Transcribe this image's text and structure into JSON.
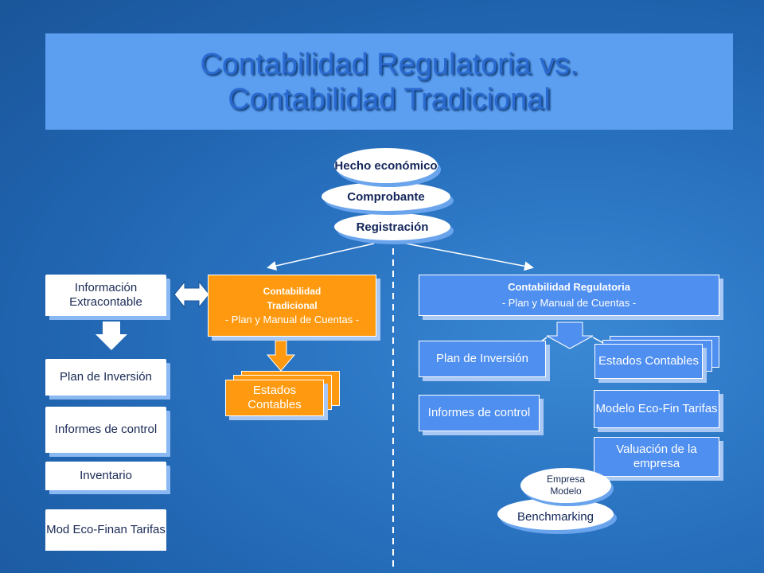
{
  "title": {
    "line1": "Contabilidad Regulatoria vs.",
    "line2": "Contabilidad Tradicional"
  },
  "top": {
    "hecho": "Hecho económico",
    "comprobante": "Comprobante",
    "registracion": "Registración"
  },
  "left": {
    "info": "Información Extracontable",
    "plan": "Plan de Inversión",
    "informes": "Informes de control",
    "inventario": "Inventario",
    "mod": "Mod Eco-Finan Tarifas"
  },
  "tradicional": {
    "title_line1": "Contabilidad",
    "title_line2": "Tradicional",
    "subtitle": "- Plan y Manual de Cuentas -",
    "estados": "Estados Contables"
  },
  "regulatoria": {
    "title": "Contabilidad Regulatoria",
    "subtitle": "- Plan y Manual de Cuentas -",
    "plan": "Plan de Inversión",
    "informes": "Informes de control",
    "estados": "Estados Contables",
    "modelo": "Modelo Eco-Fin Tarifas",
    "valuacion": "Valuación de la empresa",
    "empresa": "Empresa Modelo",
    "benchmarking": "Benchmarking"
  },
  "colors": {
    "accent_orange": "#ff9a10",
    "box_blue": "#4f8ff0",
    "title_bg": "#5c9ef0"
  }
}
